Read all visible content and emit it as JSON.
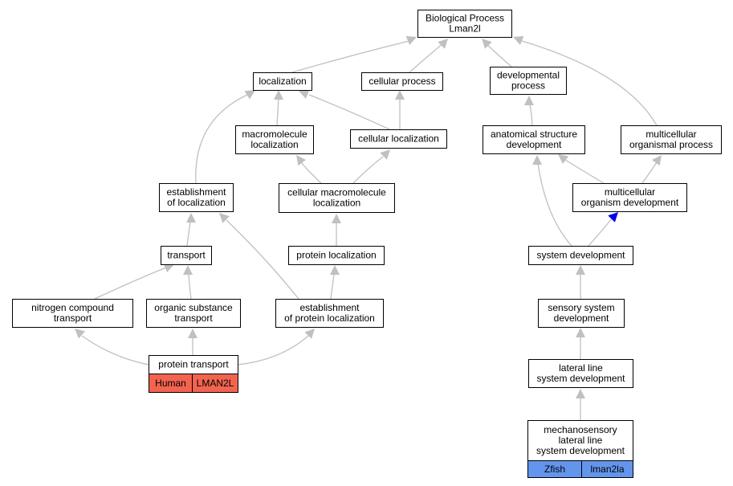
{
  "colors": {
    "edge": "#c0c0c0",
    "highlight_edge": "#0000ee",
    "human_tag": "#f26450",
    "zfish_tag": "#6495ed"
  },
  "nodes": {
    "root": [
      "Biological Process",
      "Lman2l"
    ],
    "localization": [
      "localization"
    ],
    "cellular_process": [
      "cellular process"
    ],
    "developmental_process": [
      "developmental",
      "process"
    ],
    "macromolecule_localization": [
      "macromolecule",
      "localization"
    ],
    "cellular_localization": [
      "cellular localization"
    ],
    "anatomical_structure_development": [
      "anatomical structure",
      "development"
    ],
    "multicellular_organismal_process": [
      "multicellular",
      "organismal process"
    ],
    "establishment_of_localization": [
      "establishment",
      "of localization"
    ],
    "cellular_macromolecule_localization": [
      "cellular macromolecule",
      "localization"
    ],
    "multicellular_organism_development": [
      "multicellular",
      "organism development"
    ],
    "transport": [
      "transport"
    ],
    "protein_localization": [
      "protein localization"
    ],
    "system_development": [
      "system development"
    ],
    "nitrogen_compound_transport": [
      "nitrogen compound",
      "transport"
    ],
    "organic_substance_transport": [
      "organic substance",
      "transport"
    ],
    "establishment_of_protein_localization": [
      "establishment",
      "of protein localization"
    ],
    "sensory_system_development": [
      "sensory system",
      "development"
    ],
    "protein_transport": [
      "protein transport"
    ],
    "lateral_line_system_development": [
      "lateral line",
      "system development"
    ],
    "mechanosensory_lateral_line_system_development": [
      "mechanosensory",
      "lateral line",
      "system development"
    ]
  },
  "annotations": {
    "protein_transport": [
      "Human",
      "LMAN2L"
    ],
    "mechanosensory_lateral_line_system_development": [
      "Zfish",
      "lman2la"
    ]
  }
}
